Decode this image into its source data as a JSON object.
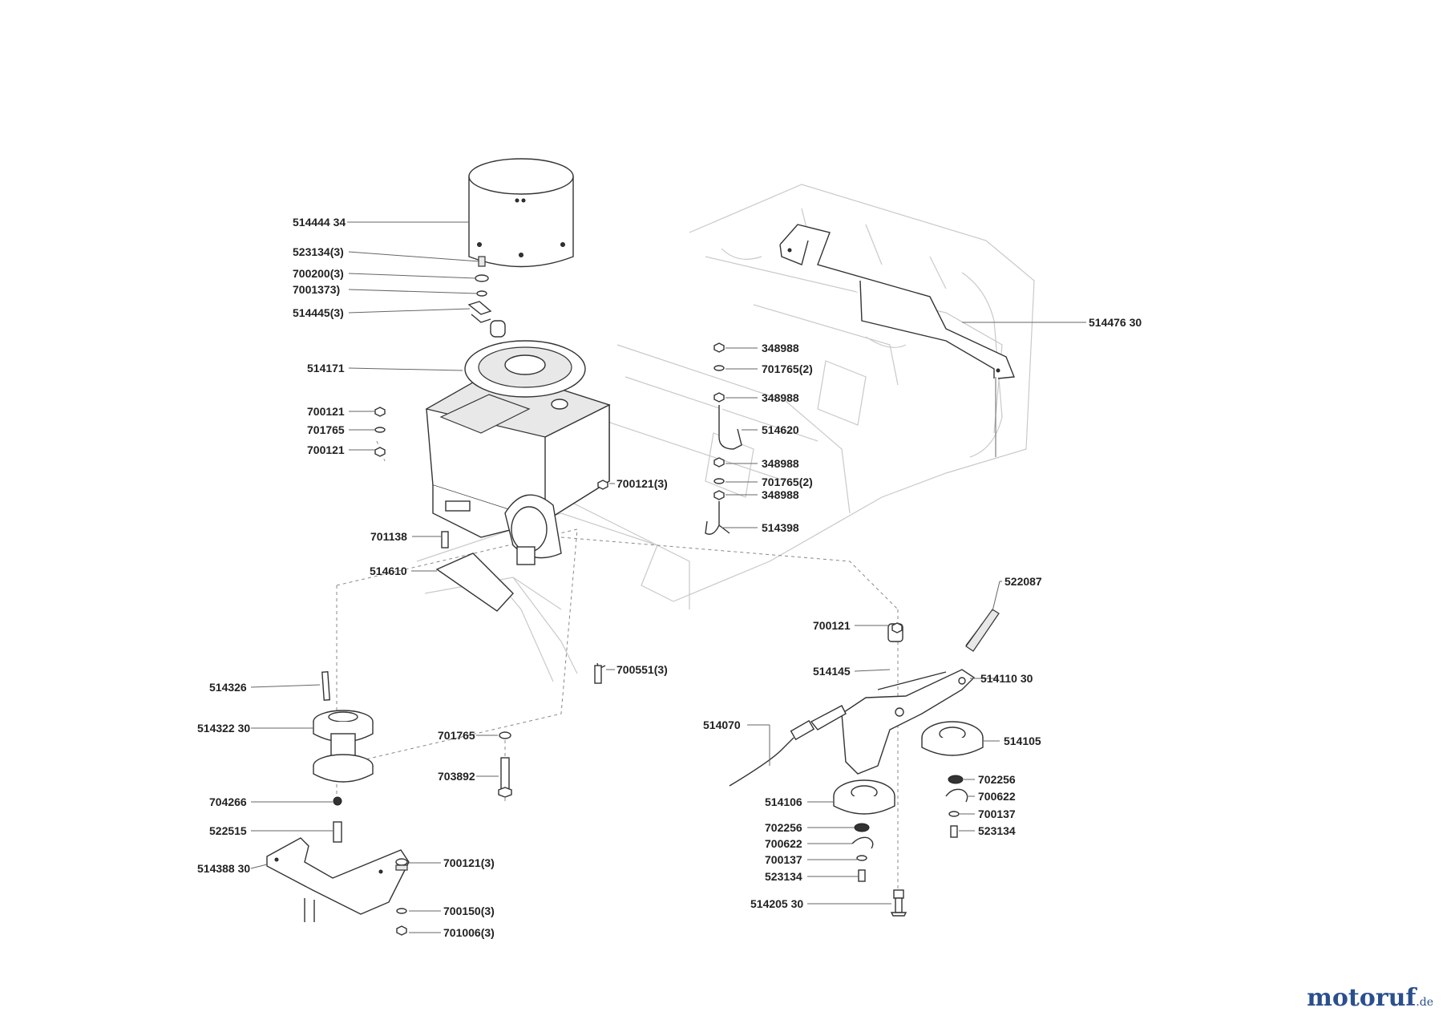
{
  "brand": {
    "name": "motoruf",
    "tld": ".de"
  },
  "parts": [
    "514444 34",
    "523134(3)",
    "700200(3)",
    "7001373)",
    "514445(3)",
    "514171",
    "700121",
    "701765",
    "700121",
    "700121(3)",
    "701138",
    "514610",
    "514326",
    "514322 30",
    "704266",
    "522515",
    "514388 30",
    "700121(3)",
    "700150(3)",
    "701006(3)",
    "700551(3)",
    "701765",
    "703892",
    "348988",
    "701765(2)",
    "348988",
    "514620",
    "348988",
    "701765(2)",
    "348988",
    "514398",
    "514476 30",
    "522087",
    "700121",
    "514145",
    "514110 30",
    "514070",
    "514105",
    "702256",
    "700622",
    "700137",
    "523134",
    "514106",
    "702256",
    "700622",
    "700137",
    "523134",
    "514205 30"
  ]
}
